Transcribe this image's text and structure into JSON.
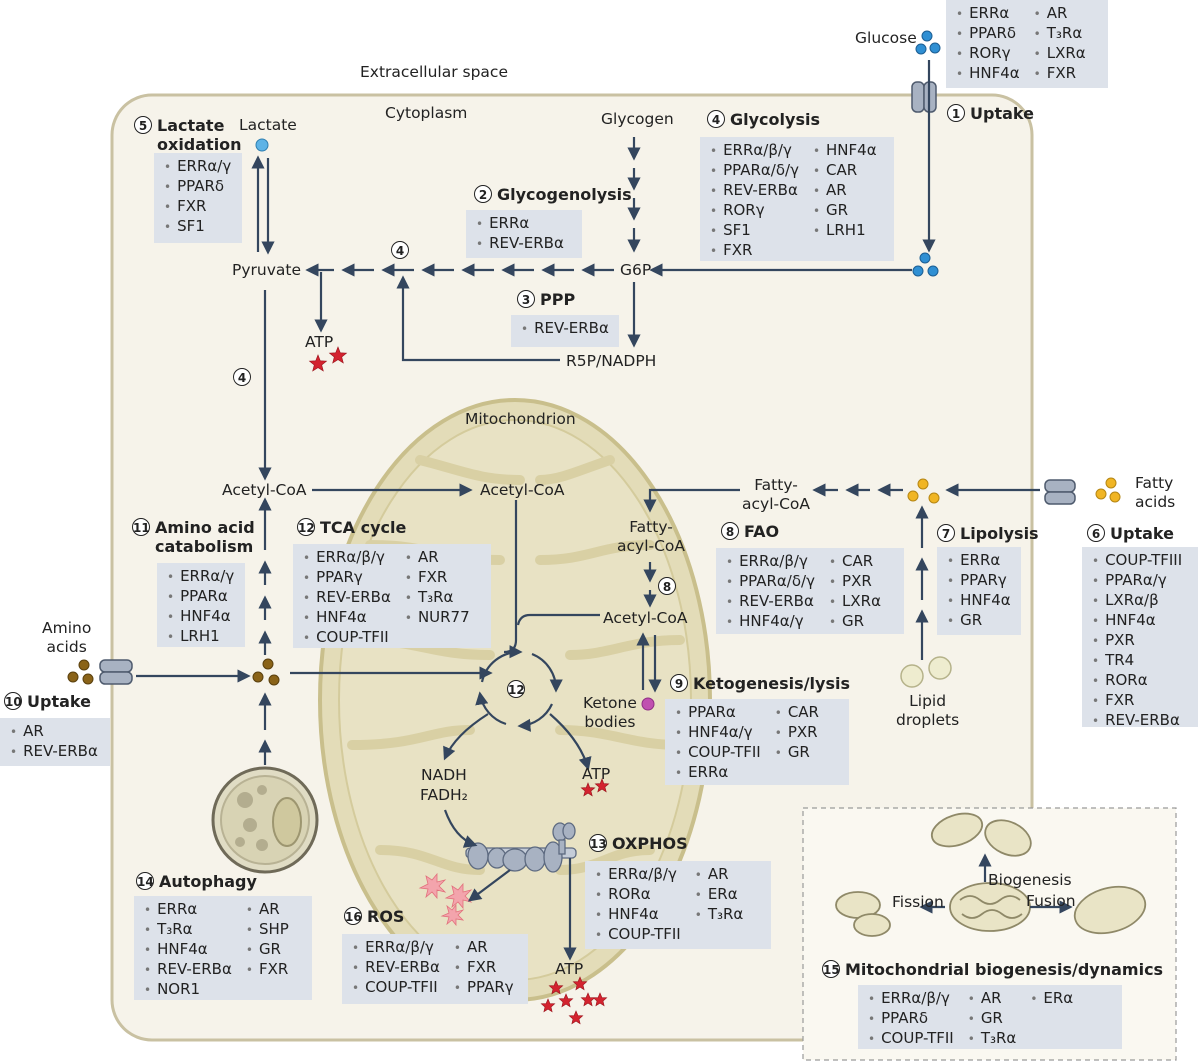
{
  "labels": {
    "extracellular": "Extracellular space",
    "cytoplasm": "Cytoplasm",
    "mitochondrion": "Mitochondrion",
    "glucose": "Glucose",
    "glycogen": "Glycogen",
    "lactate": "Lactate",
    "pyruvate": "Pyruvate",
    "g6p": "G6P",
    "r5p": "R5P/NADPH",
    "atp": "ATP",
    "acetyl_coa": "Acetyl-CoA",
    "fatty_acyl_coa": "Fatty-\nacyl-CoA",
    "fatty_acids": "Fatty\nacids",
    "amino_acids": "Amino\nacids",
    "ketone_bodies": "Ketone\nbodies",
    "nadh": "NADH\nFADH₂",
    "lipid_droplets": "Lipid\ndroplets",
    "fission": "Fission",
    "fusion": "Fusion",
    "biogenesis": "Biogenesis"
  },
  "steps": {
    "s1": {
      "num": "1",
      "title": "Uptake",
      "items": [
        [
          "ERRα",
          "PPARδ",
          "RORγ",
          "HNF4α"
        ],
        [
          "AR",
          "T₃Rα",
          "LXRα",
          "FXR"
        ]
      ]
    },
    "s2": {
      "num": "2",
      "title": "Glycogenolysis",
      "items": [
        [
          "ERRα",
          "REV-ERBα"
        ]
      ]
    },
    "s3": {
      "num": "3",
      "title": "PPP",
      "items": [
        [
          "REV-ERBα"
        ]
      ]
    },
    "s4": {
      "num": "4",
      "title": "Glycolysis",
      "items": [
        [
          "ERRα/β/γ",
          "PPARα/δ/γ",
          "REV-ERBα",
          "RORγ",
          "SF1",
          "FXR"
        ],
        [
          "HNF4α",
          "CAR",
          "AR",
          "GR",
          "LRH1"
        ]
      ]
    },
    "s5": {
      "num": "5",
      "title": "Lactate\noxidation",
      "items": [
        [
          "ERRα/γ",
          "PPARδ",
          "FXR",
          "SF1"
        ]
      ]
    },
    "s6": {
      "num": "6",
      "title": "Uptake",
      "items": [
        [
          "COUP-TFIII",
          "PPARα/γ",
          "LXRα/β",
          "HNF4α",
          "PXR",
          "TR4",
          "RORα",
          "FXR",
          "REV-ERBα"
        ]
      ]
    },
    "s7": {
      "num": "7",
      "title": "Lipolysis",
      "items": [
        [
          "ERRα",
          "PPARγ",
          "HNF4α",
          "GR"
        ]
      ]
    },
    "s8": {
      "num": "8",
      "title": "FAO",
      "items": [
        [
          "ERRα/β/γ",
          "PPARα/δ/γ",
          "REV-ERBα",
          "HNF4α/γ"
        ],
        [
          "CAR",
          "PXR",
          "LXRα",
          "GR"
        ]
      ]
    },
    "s9": {
      "num": "9",
      "title": "Ketogenesis/lysis",
      "items": [
        [
          "PPARα",
          "HNF4α/γ",
          "COUP-TFII",
          "ERRα"
        ],
        [
          "CAR",
          "PXR",
          "GR"
        ]
      ]
    },
    "s10": {
      "num": "10",
      "title": "Uptake",
      "items": [
        [
          "AR",
          "REV-ERBα"
        ]
      ]
    },
    "s11": {
      "num": "11",
      "title": "Amino acid\ncatabolism",
      "items": [
        [
          "ERRα/γ",
          "PPARα",
          "HNF4α",
          "LRH1"
        ]
      ]
    },
    "s12": {
      "num": "12",
      "title": "TCA cycle",
      "items": [
        [
          "ERRα/β/γ",
          "PPARγ",
          "REV-ERBα",
          "HNF4α",
          "COUP-TFII"
        ],
        [
          "AR",
          "FXR",
          "T₃Rα",
          "NUR77"
        ]
      ]
    },
    "s13": {
      "num": "13",
      "title": "OXPHOS",
      "items": [
        [
          "ERRα/β/γ",
          "RORα",
          "HNF4α",
          "COUP-TFII"
        ],
        [
          "AR",
          "ERα",
          "T₃Rα"
        ]
      ]
    },
    "s14": {
      "num": "14",
      "title": "Autophagy",
      "items": [
        [
          "ERRα",
          "T₃Rα",
          "HNF4α",
          "REV-ERBα",
          "NOR1"
        ],
        [
          "AR",
          "SHP",
          "GR",
          "FXR"
        ]
      ]
    },
    "s15": {
      "num": "15",
      "title": "Mitochondrial biogenesis/dynamics",
      "items": [
        [
          "ERRα/β/γ",
          "PPARδ",
          "COUP-TFII"
        ],
        [
          "AR",
          "GR",
          "T₃Rα"
        ],
        [
          "ERα"
        ]
      ]
    },
    "s16": {
      "num": "16",
      "title": "ROS",
      "items": [
        [
          "ERRα/β/γ",
          "REV-ERBα",
          "COUP-TFII"
        ],
        [
          "AR",
          "FXR",
          "PPARγ"
        ]
      ]
    }
  },
  "inline_nums": {
    "n4a": "4",
    "n4b": "4",
    "n8": "8",
    "n12": "12"
  },
  "colors": {
    "arrow": "#34465e",
    "box": "#dde2ea",
    "cell": "#f6f3ea",
    "cell_border": "#c9c1a2",
    "mito": "#e3dcb8",
    "mito_stroke": "#c9bf8c",
    "star": "#d3232f",
    "glucose": "#2f8fd3",
    "lipid": "#f0b524",
    "amino": "#8a6318",
    "ketone": "#c050b0"
  }
}
